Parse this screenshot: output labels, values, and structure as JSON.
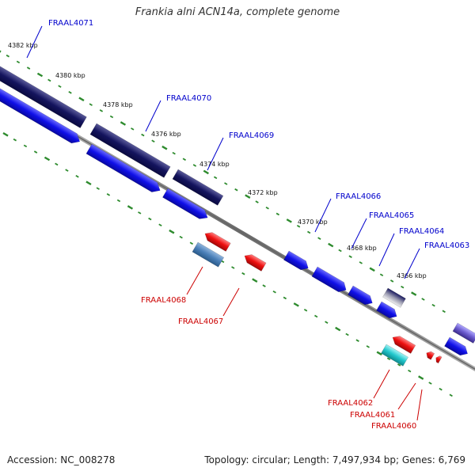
{
  "title": "Frankia alni ACN14a, complete genome",
  "footer": {
    "accession": "Accession: NC_008278",
    "summary": "Topology: circular; Length: 7,497,934 bp; Genes: 6,769"
  },
  "colors": {
    "forward_label": "#0000cc",
    "reverse_label": "#cc0000",
    "backbone": "#777777",
    "tick": "#2e8b2e",
    "navy": "#1a1a70",
    "blue": "#1c1cf0",
    "red": "#ee1111",
    "steel": "#4a7fb8",
    "cyan": "#22c7cc",
    "grey": "#7a7a90",
    "purple": "#6a5acd"
  },
  "ruler_labels": [
    "4382 kbp",
    "4380 kbp",
    "4378 kbp",
    "4376 kbp",
    "4374 kbp",
    "4372 kbp",
    "4370 kbp",
    "4368 kbp",
    "4366 kbp"
  ],
  "forward_gene_labels": [
    "FRAAL4071",
    "FRAAL4070",
    "FRAAL4069",
    "FRAAL4066",
    "FRAAL4065",
    "FRAAL4064",
    "FRAAL4063"
  ],
  "reverse_gene_labels": [
    "FRAAL4068",
    "FRAAL4067",
    "FRAAL4062",
    "FRAAL4061",
    "FRAAL4060"
  ]
}
